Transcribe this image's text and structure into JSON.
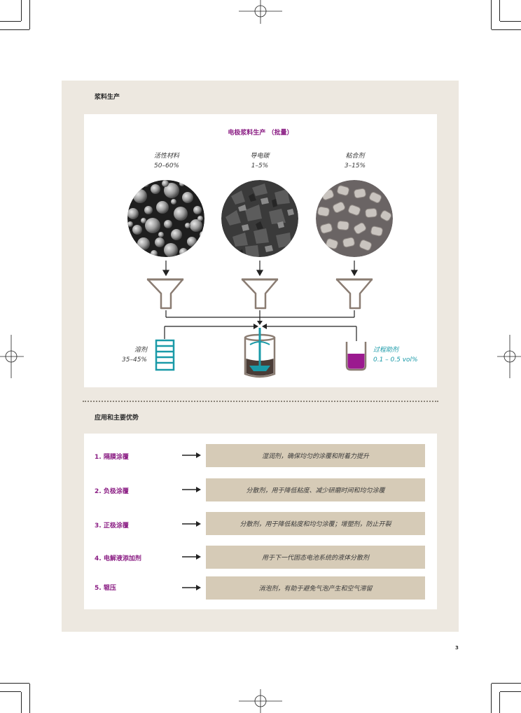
{
  "section1": {
    "title": "浆料生产"
  },
  "diagram": {
    "title": "电极浆料生产 （批量）",
    "ingredients": [
      {
        "name": "活性材料",
        "pct": "50–60%"
      },
      {
        "name": "导电碳",
        "pct": "1–5%"
      },
      {
        "name": "粘合剂",
        "pct": "3–15%"
      }
    ],
    "solvent": {
      "name": "溶剂",
      "pct": "35–45%"
    },
    "additive": {
      "name": "过程助剂",
      "pct": "0.1 – 0.5 vol%"
    },
    "colors": {
      "accent": "#8b1e84",
      "teal": "#1a9aa8",
      "funnel": "#8a7c72",
      "beige": "#d6cbb7",
      "panel": "#ede8e0"
    }
  },
  "section2": {
    "title": "应用和主要优势"
  },
  "advantages": [
    {
      "name": "1. 隔膜涂覆",
      "desc": "湿润剂，确保均匀的涂覆和附着力提升"
    },
    {
      "name": "2. 负极涂覆",
      "desc": "分散剂，用于降低粘度、减少研磨时间和均匀涂覆"
    },
    {
      "name": "3. 正极涂覆",
      "desc": "分散剂，用于降低粘度和均匀涂覆；增塑剂，防止开裂"
    },
    {
      "name": "4. 电解液添加剂",
      "desc": "用于下一代固态电池系统的液体分散剂"
    },
    {
      "name": "5. 辊压",
      "desc": "消泡剂，有助于避免气泡产生和空气滞留"
    }
  ],
  "page": {
    "number": "3"
  }
}
